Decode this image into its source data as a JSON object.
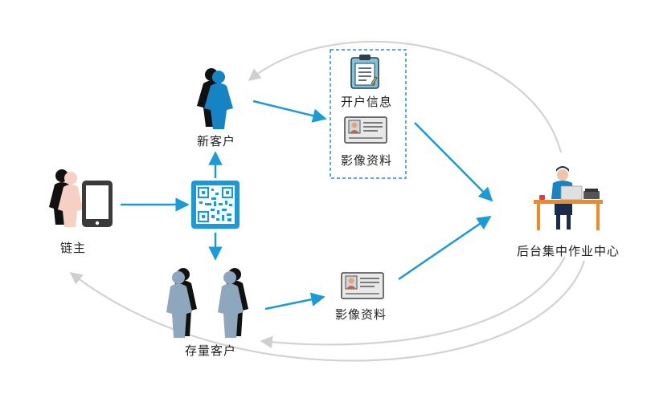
{
  "nodes": {
    "chain_owner": "链主",
    "new_customer": "新客户",
    "existing_customer": "存量客户",
    "account_info": "开户信息",
    "image_data_top": "影像资料",
    "image_data_bottom": "影像资料",
    "backoffice_center": "后台集中作业中心"
  },
  "colors": {
    "arrow_blue": "#1a9ad6",
    "curve_gray": "#d0d0d0",
    "person_blue": "#1683c4",
    "person_gray": "#8ea7bd",
    "person_pink": "#f6d0c2",
    "dashed_box": "#2a8fd0",
    "desk_orange": "#f08a24"
  },
  "icons": [
    "qr-code-icon",
    "phone-icon",
    "clipboard-icon",
    "id-card-icon",
    "workstation-icon"
  ]
}
